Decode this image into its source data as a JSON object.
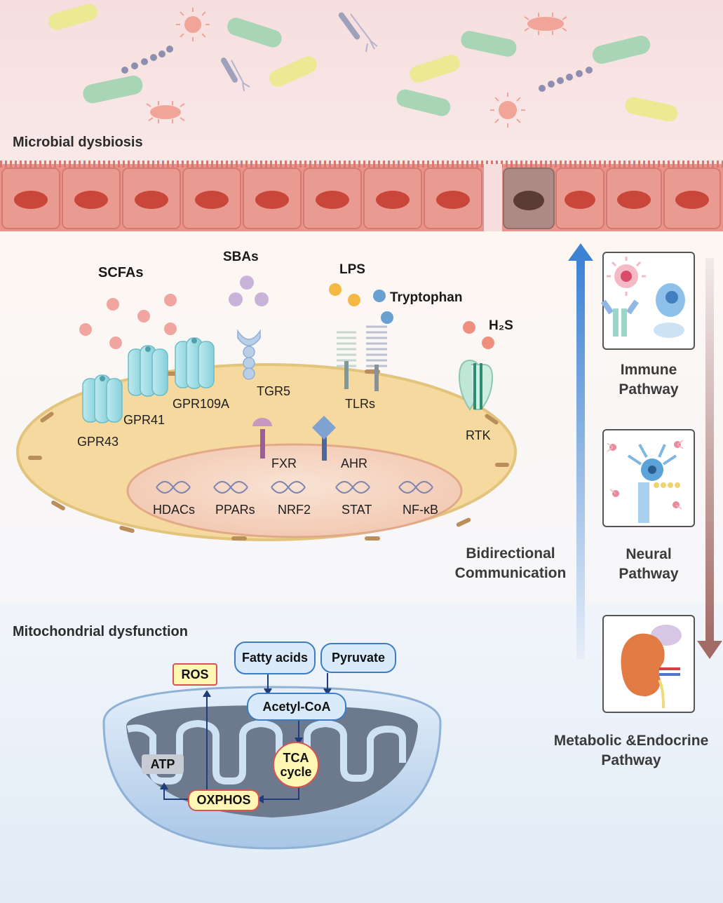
{
  "sections": {
    "microbial": "Microbial dysbiosis",
    "mito": "Mitochondrial dysfunction"
  },
  "metabolites": {
    "scfas": "SCFAs",
    "sbas": "SBAs",
    "lps": "LPS",
    "tryptophan": "Tryptophan",
    "h2s": "H₂S"
  },
  "receptors": {
    "gpr43": "GPR43",
    "gpr41": "GPR41",
    "gpr109a": "GPR109A",
    "tgr5": "TGR5",
    "tlrs": "TLRs",
    "rtk": "RTK",
    "fxr": "FXR",
    "ahr": "AHR"
  },
  "nuclear_targets": [
    "HDACs",
    "PPARs",
    "NRF2",
    "STAT",
    "NF-κB"
  ],
  "communication": "Bidirectional\nCommunication",
  "pathways": {
    "immune": "Immune\nPathway",
    "neural": "Neural\nPathway",
    "metabolic": "Metabolic &Endocrine\nPathway"
  },
  "mito_labels": {
    "fatty_acids": "Fatty acids",
    "pyruvate": "Pyruvate",
    "acetyl_coa": "Acetyl-CoA",
    "tca": "TCA\ncycle",
    "oxphos": "OXPHOS",
    "ros": "ROS",
    "atp": "ATP"
  },
  "colors": {
    "gut_bg": "#f8e5e5",
    "cell_red": "#e07a6a",
    "nucleus": "#c9463a",
    "membrane": "#f3dca0",
    "receptor_cyan": "#a7e0e6",
    "arrow_up": "#3f86d6",
    "arrow_down": "#a9756f",
    "mito_blue": "#cfe3f7",
    "accent_yellow": "#fff7b3",
    "accent_red": "#d9534f"
  }
}
